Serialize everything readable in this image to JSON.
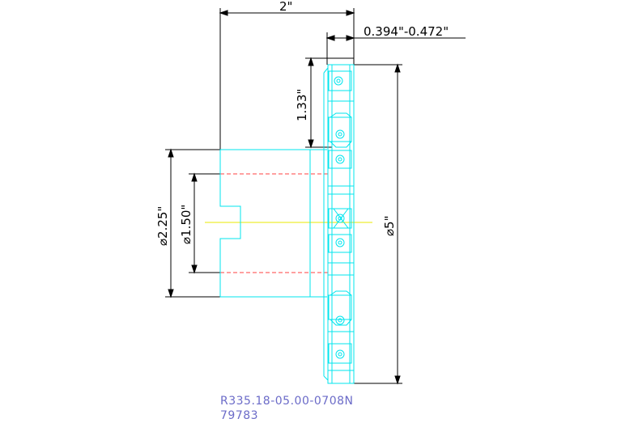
{
  "dimensions": {
    "overall_length": "2\"",
    "insert_width": "0.394\"-0.472\"",
    "depth": "1.33\"",
    "hub_diameter": "⌀2.25\"",
    "bore_diameter": "⌀1.50\"",
    "cutter_diameter": "⌀5\""
  },
  "part": {
    "code": "R335.18-05.00-0708N",
    "number": "79783"
  },
  "colors": {
    "outline": "#00e5ee",
    "dimension": "#000000",
    "hidden_line": "#ff4040",
    "center_line": "#e8e800",
    "part_text": "#6b6bc8"
  }
}
